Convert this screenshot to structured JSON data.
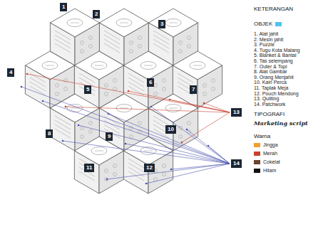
{
  "diagram": {
    "nodes": [
      {
        "text": [
          "1"
        ]
      },
      {
        "text": [
          "2"
        ]
      },
      {
        "text": [
          "3"
        ]
      },
      {
        "text": [
          "4"
        ]
      },
      {
        "text": [
          "5"
        ]
      },
      {
        "text": [
          "6"
        ]
      },
      {
        "text": [
          "7"
        ]
      },
      {
        "text": [
          "8"
        ]
      },
      {
        "text": [
          "9"
        ]
      },
      {
        "text": [
          "10"
        ]
      },
      {
        "text": [
          "11"
        ]
      },
      {
        "text": [
          "12"
        ]
      },
      {
        "text": [
          "13"
        ]
      },
      {
        "text": [
          "14"
        ]
      }
    ],
    "labels": [
      "KETERANGAN",
      "1. Alat jahit",
      "2. Mesin jahit",
      "3. Puzzle",
      "4. Tugu Kota Malang",
      "5. Blanket & Bantal",
      "6. Tas selempang",
      "7. Outer & Topi",
      "8. Alat Gambar",
      "9. Orang Menjahit",
      "10. Kain Perca",
      "11. Taplak Meja",
      "12. Pouch Mendong",
      "13. Quilting",
      "14. Patchwork",
      "TIPOGRAFI",
      "Marketing script",
      "Warna"
    ],
    "legend": [
      {
        "text": "OBJEK",
        "color": "#4fc3e8"
      },
      {
        "text": "Jingga",
        "color": "#f0a030"
      },
      {
        "text": "Merah",
        "color": "#c8412f"
      },
      {
        "text": "Cokelat",
        "color": "#6b4330"
      },
      {
        "text": "Hitam",
        "color": "#111111"
      }
    ]
  }
}
